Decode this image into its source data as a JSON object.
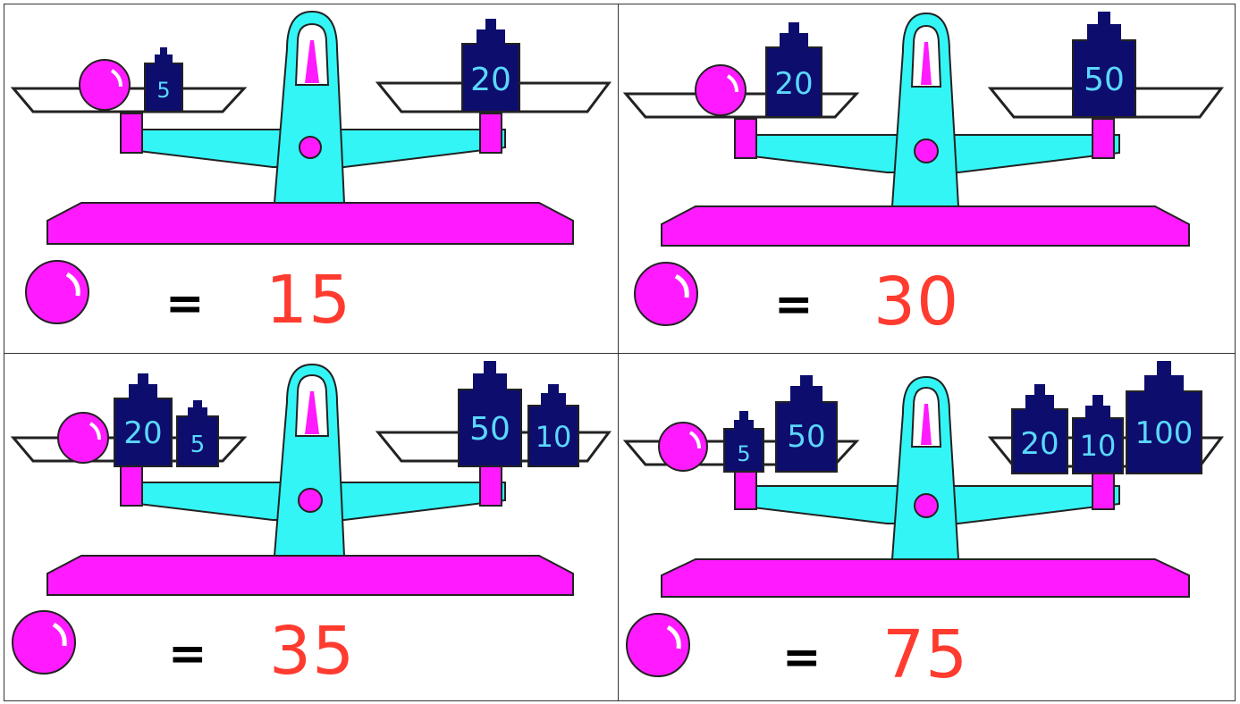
{
  "colors": {
    "beam": "#33f5f5",
    "base": "#ff1aff",
    "ball": "#ff1aff",
    "weight": "#0d0d6e",
    "weight_text": "#5ad8ff",
    "answer": "#ff3b30"
  },
  "panels": [
    {
      "left_weights": [
        {
          "label": "5"
        }
      ],
      "right_weights": [
        {
          "label": "20"
        }
      ],
      "equals": "=",
      "answer": "15"
    },
    {
      "left_weights": [
        {
          "label": "20"
        }
      ],
      "right_weights": [
        {
          "label": "50"
        }
      ],
      "equals": "=",
      "answer": "30"
    },
    {
      "left_weights": [
        {
          "label": "20"
        },
        {
          "label": "5"
        }
      ],
      "right_weights": [
        {
          "label": "50"
        },
        {
          "label": "10"
        }
      ],
      "equals": "=",
      "answer": "35"
    },
    {
      "left_weights": [
        {
          "label": "5"
        },
        {
          "label": "50"
        }
      ],
      "right_weights": [
        {
          "label": "20"
        },
        {
          "label": "10"
        },
        {
          "label": "100"
        }
      ],
      "equals": "=",
      "answer": "75"
    }
  ]
}
